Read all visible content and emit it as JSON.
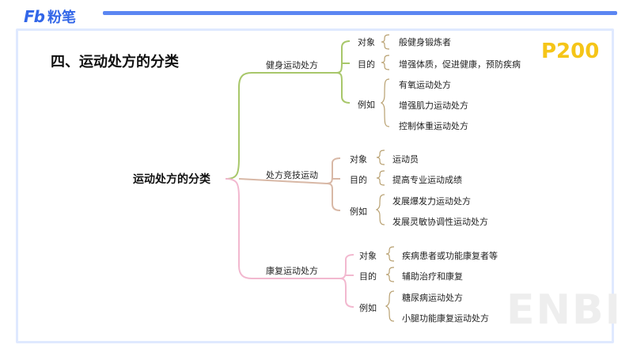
{
  "header": {
    "logo_mark": "Fb",
    "logo_text": "粉笔"
  },
  "slide": {
    "title": "四、运动处方的分类",
    "page": "P200",
    "watermark": "ENBI"
  },
  "mindmap": {
    "root": "运动处方的分类",
    "branches": [
      {
        "label": "健身运动处方",
        "color": "#a8c76a",
        "groups": [
          {
            "label": "对象",
            "items": [
              "般健身锻炼者"
            ]
          },
          {
            "label": "目的",
            "items": [
              "增强体质，促进健康，预防疾病"
            ]
          },
          {
            "label": "例如",
            "items": [
              "有氧运动处方",
              "增强肌力运动处方",
              "控制体重运动处方"
            ]
          }
        ]
      },
      {
        "label": "处方竞技运动",
        "color": "#d8b8a6",
        "groups": [
          {
            "label": "对象",
            "items": [
              "运动员"
            ]
          },
          {
            "label": "目的",
            "items": [
              "提高专业运动成绩"
            ]
          },
          {
            "label": "例如",
            "items": [
              "发展爆发力运动处方",
              "发展灵敏协调性运动处方"
            ]
          }
        ]
      },
      {
        "label": "康复运动处方",
        "color": "#f2b8cf",
        "groups": [
          {
            "label": "对象",
            "items": [
              "疾病患者或功能康复者等"
            ]
          },
          {
            "label": "目的",
            "items": [
              "辅助治疗和康复"
            ]
          },
          {
            "label": "例如",
            "items": [
              "糖尿病运动处方",
              "小腿功能康复运动处方"
            ]
          }
        ]
      }
    ]
  }
}
